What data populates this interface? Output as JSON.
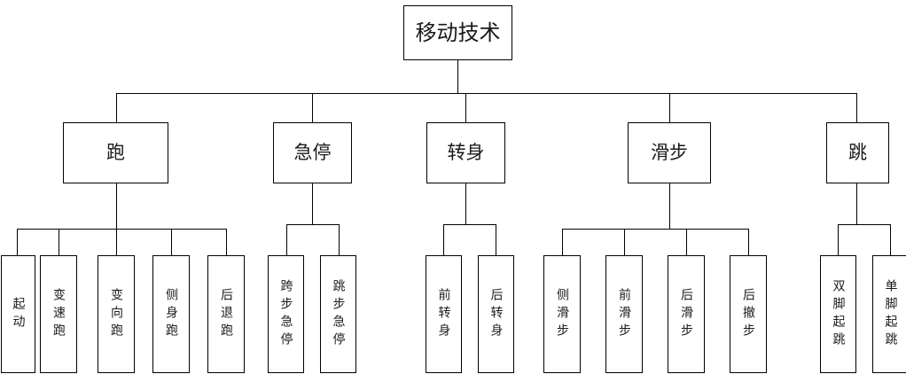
{
  "diagram": {
    "type": "tree-hierarchy",
    "title": "移动技术",
    "root": {
      "label": "移动技术"
    },
    "branches": [
      {
        "label": "跑",
        "children": [
          {
            "label": "起动"
          },
          {
            "label": "变速跑"
          },
          {
            "label": "变向跑"
          },
          {
            "label": "侧身跑"
          },
          {
            "label": "后退跑"
          }
        ]
      },
      {
        "label": "急停",
        "children": [
          {
            "label": "跨步急停"
          },
          {
            "label": "跳步急停"
          }
        ]
      },
      {
        "label": "转身",
        "children": [
          {
            "label": "前转身"
          },
          {
            "label": "后转身"
          }
        ]
      },
      {
        "label": "滑步",
        "children": [
          {
            "label": "侧滑步"
          },
          {
            "label": "前滑步"
          },
          {
            "label": "后滑步"
          },
          {
            "label": "后撤步"
          }
        ]
      },
      {
        "label": "跳",
        "children": [
          {
            "label": "双脚起跳"
          },
          {
            "label": "单脚起跳"
          }
        ]
      }
    ],
    "colors": {
      "background": "#ffffff",
      "border": "#000000",
      "text": "#1a1a1a",
      "connector": "#000000"
    }
  }
}
